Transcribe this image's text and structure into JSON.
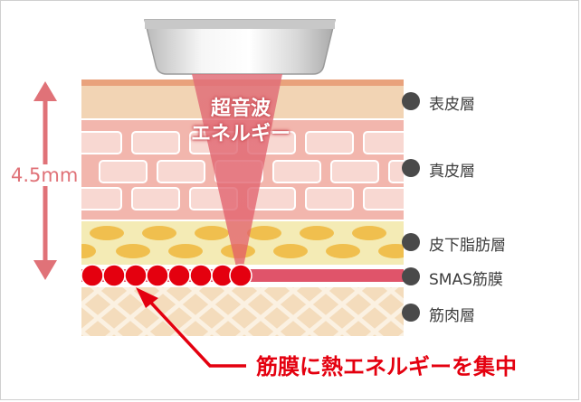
{
  "beam_label": [
    "超音波",
    "エネルギー"
  ],
  "depth_label": "4.5mm",
  "layers": [
    {
      "label": "表皮層",
      "icon": "dot-marker-icon"
    },
    {
      "label": "真皮層",
      "icon": "dot-marker-icon"
    },
    {
      "label": "皮下脂肪層",
      "icon": "dot-marker-icon"
    },
    {
      "label": "SMAS筋膜",
      "icon": "dot-marker-icon"
    },
    {
      "label": "筋肉層",
      "icon": "dot-marker-icon"
    }
  ],
  "caption": "筋膜に熱エネルギーを集中",
  "colors": {
    "epidermis": "#f2d4b4",
    "dermis": "#f2b6ad",
    "fat": "#f4ebb5",
    "fat_cells": "#f0bf4e",
    "smas": "#e0546a",
    "muscle": "#f4dcbc",
    "beam": "#e8818a",
    "accent_red": "#e4000f",
    "marker": "#4a4a4a"
  }
}
